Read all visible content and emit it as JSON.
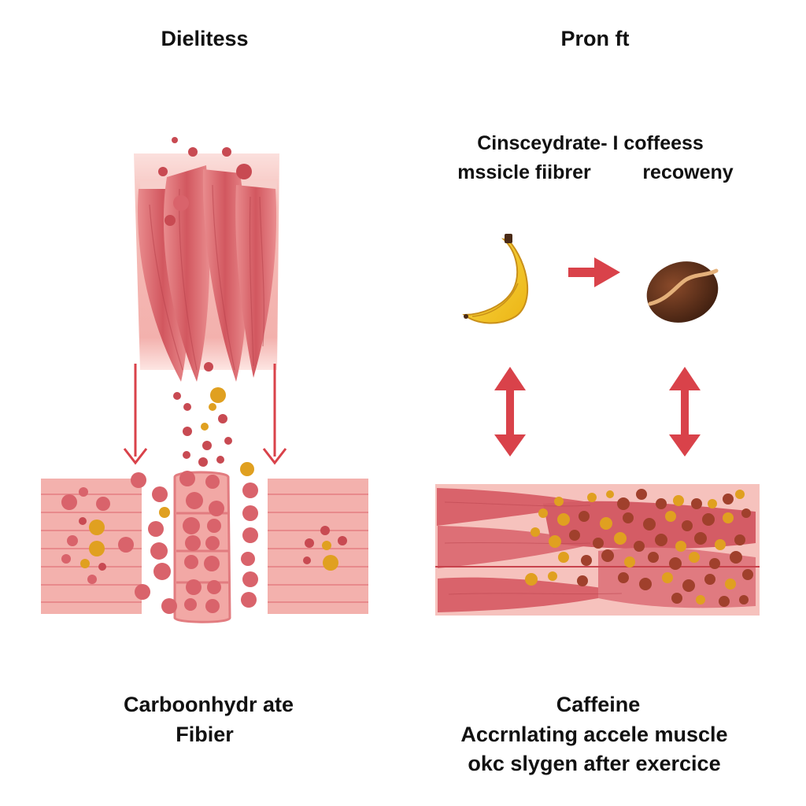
{
  "colors": {
    "muscle_red": "#d9636b",
    "muscle_pale": "#f4b6b3",
    "arrow_red": "#d9424a",
    "droplet_red": "#c84a52",
    "droplet_gold": "#e0a020",
    "banana_yellow": "#f5cc2a",
    "coffee_brown": "#5a2e1a"
  },
  "left": {
    "title": "Dielitess",
    "caption_line1": "Carboonhydr ate",
    "caption_line2": "Fibier"
  },
  "right": {
    "title": "Pron ft",
    "subtitle_line1": "Cinsceydrate- I coffeess",
    "subtitle_line2_a": "mssicle fiibrer",
    "subtitle_line2_b": "recoweny",
    "caption_line1": "Caffeine",
    "caption_line2": "Accrnlating accele muscle",
    "caption_line3": "okc slygen after exercice"
  },
  "icons": {
    "banana": "banana-icon",
    "coffee_bean": "coffee-bean-icon",
    "right_arrow": "right-arrow-icon",
    "double_arrow": "double-arrow-icon"
  }
}
